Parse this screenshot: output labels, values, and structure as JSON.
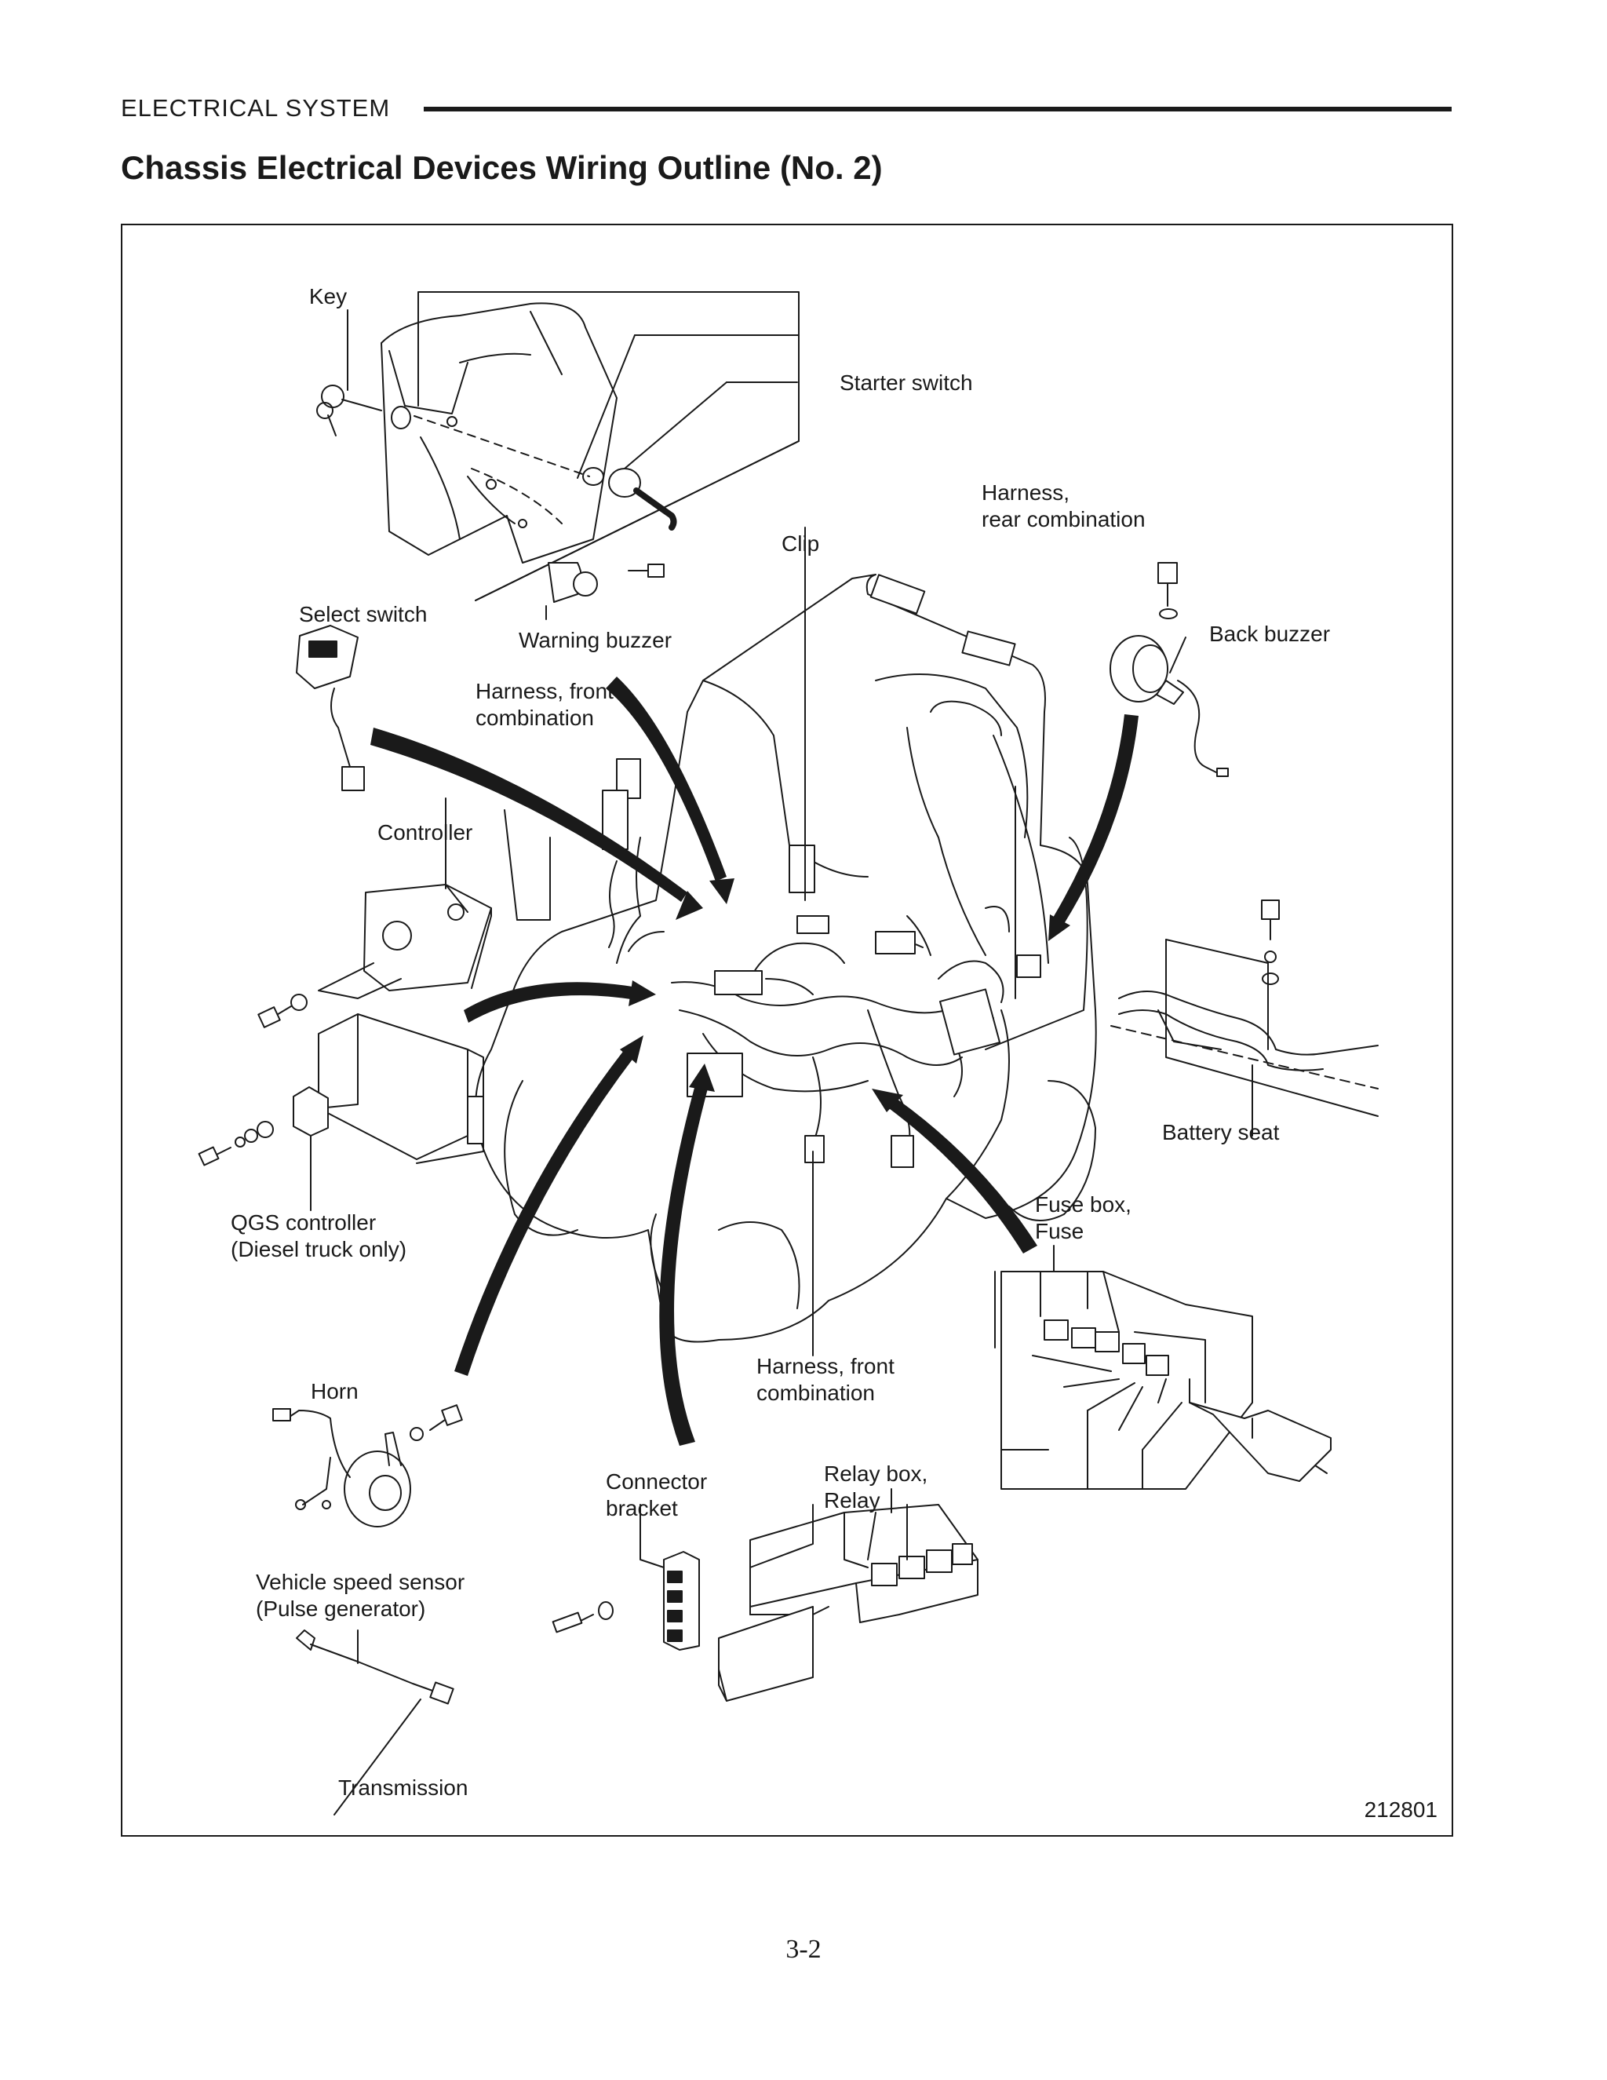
{
  "header": {
    "section": "ELECTRICAL  SYSTEM",
    "title": "Chassis Electrical Devices Wiring Outline (No. 2)"
  },
  "figure": {
    "labels": {
      "key": "Key",
      "starter_switch": "Starter switch",
      "harness_rear_1": "Harness,",
      "harness_rear_2": "rear combination",
      "clip": "Clip",
      "back_buzzer": "Back buzzer",
      "select_switch": "Select switch",
      "warning_buzzer": "Warning buzzer",
      "harness_front_top_1": "Harness, front",
      "harness_front_top_2": "combination",
      "controller": "Controller",
      "battery_seat": "Battery seat",
      "qgs_1": "QGS controller",
      "qgs_2": "(Diesel truck only)",
      "fuse_box_1": "Fuse box,",
      "fuse_box_2": "Fuse",
      "harness_front_bottom_1": "Harness, front",
      "harness_front_bottom_2": "combination",
      "horn": "Horn",
      "connector_bracket_1": "Connector",
      "connector_bracket_2": "bracket",
      "relay_box_1": "Relay box,",
      "relay_box_2": "Relay",
      "speed_sensor_1": "Vehicle speed sensor",
      "speed_sensor_2": "(Pulse generator)",
      "transmission": "Transmission"
    },
    "figure_number": "212801"
  },
  "footer": {
    "page_number": "3-2"
  }
}
